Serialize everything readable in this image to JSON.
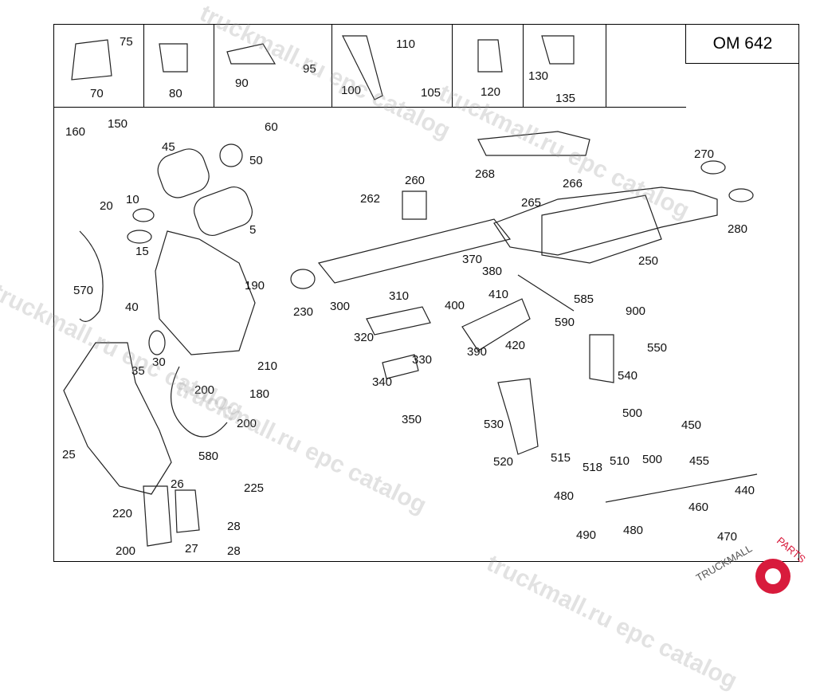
{
  "model_code": "OM 642",
  "top_labels": [
    "75",
    "70",
    "80",
    "90",
    "95",
    "110",
    "100",
    "105",
    "120",
    "130",
    "135"
  ],
  "main_labels": [
    "160",
    "150",
    "60",
    "45",
    "50",
    "10",
    "20",
    "15",
    "5",
    "570",
    "190",
    "40",
    "35",
    "30",
    "210",
    "200",
    "180",
    "200",
    "25",
    "580",
    "26",
    "225",
    "220",
    "28",
    "27",
    "200",
    "28",
    "262",
    "260",
    "268",
    "266",
    "265",
    "270",
    "280",
    "250",
    "230",
    "300",
    "310",
    "370",
    "380",
    "400",
    "410",
    "585",
    "590",
    "900",
    "550",
    "540",
    "390",
    "420",
    "320",
    "330",
    "340",
    "350",
    "530",
    "520",
    "500",
    "450",
    "515",
    "518",
    "510",
    "500",
    "455",
    "440",
    "480",
    "460",
    "490",
    "480",
    "470"
  ],
  "watermarks": [
    "truckmall.ru epc catalog",
    "truckmall.ru epc catalog",
    "truckmall.ru epc catalog",
    "truckmall.ru epc catalog",
    "truckmall.ru epc catalog"
  ],
  "logo_text": "TRUCKMALLPARTS",
  "colors": {
    "line": "#000000",
    "logo": "#d81b3c",
    "watermark": "#969696"
  }
}
